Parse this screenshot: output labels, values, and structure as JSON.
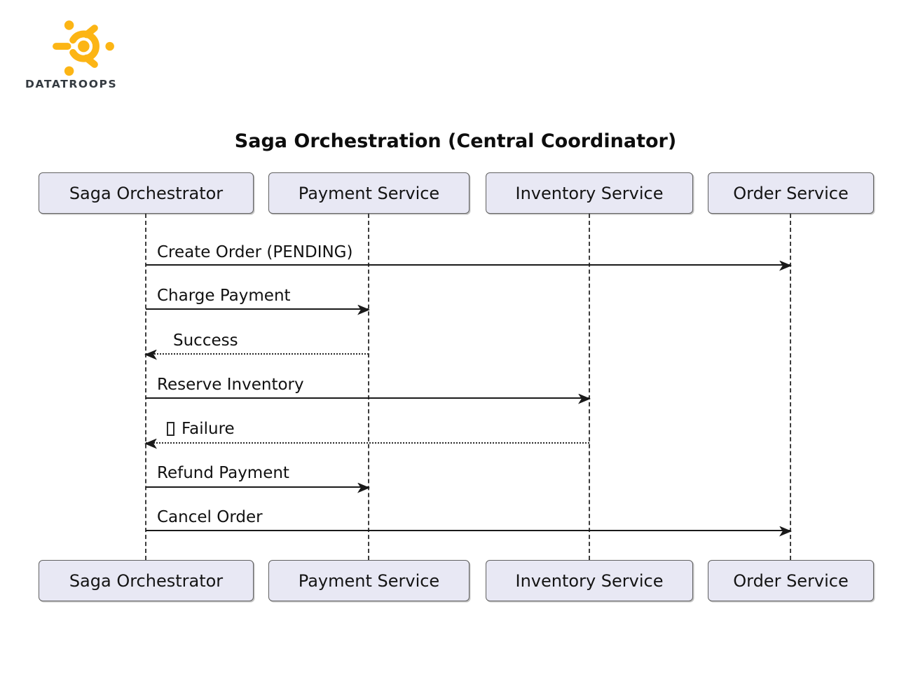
{
  "logo": {
    "brand": "DATATROOPS",
    "icon": "datatroops-sun-icon",
    "icon_color": "#FCB515",
    "text_color": "#353B41"
  },
  "diagram": {
    "title": "Saga Orchestration (Central Coordinator)",
    "participants": [
      {
        "label": "Saga Orchestrator"
      },
      {
        "label": "Payment Service"
      },
      {
        "label": "Inventory Service"
      },
      {
        "label": "Order Service"
      }
    ],
    "messages": [
      {
        "label": "Create Order (PENDING)",
        "from": "Saga Orchestrator",
        "to": "Order Service",
        "line": "solid",
        "direction": "right"
      },
      {
        "label": "Charge Payment",
        "from": "Saga Orchestrator",
        "to": "Payment Service",
        "line": "solid",
        "direction": "right"
      },
      {
        "label": "Success",
        "from": "Payment Service",
        "to": "Saga Orchestrator",
        "line": "dotted",
        "direction": "left"
      },
      {
        "label": "Reserve Inventory",
        "from": "Saga Orchestrator",
        "to": "Inventory Service",
        "line": "solid",
        "direction": "right"
      },
      {
        "label": "Failure",
        "icon": "missing-glyph-box",
        "from": "Inventory Service",
        "to": "Saga Orchestrator",
        "line": "dotted",
        "direction": "left"
      },
      {
        "label": "Refund Payment",
        "from": "Saga Orchestrator",
        "to": "Payment Service",
        "line": "solid",
        "direction": "right"
      },
      {
        "label": "Cancel Order",
        "from": "Saga Orchestrator",
        "to": "Order Service",
        "line": "solid",
        "direction": "right"
      }
    ],
    "colors": {
      "participant_fill": "#E8E8F4",
      "participant_border": "#606060",
      "lifeline": "#3D3D3D",
      "arrow": "#1A1A1A",
      "background": "#FFFFFF"
    }
  }
}
